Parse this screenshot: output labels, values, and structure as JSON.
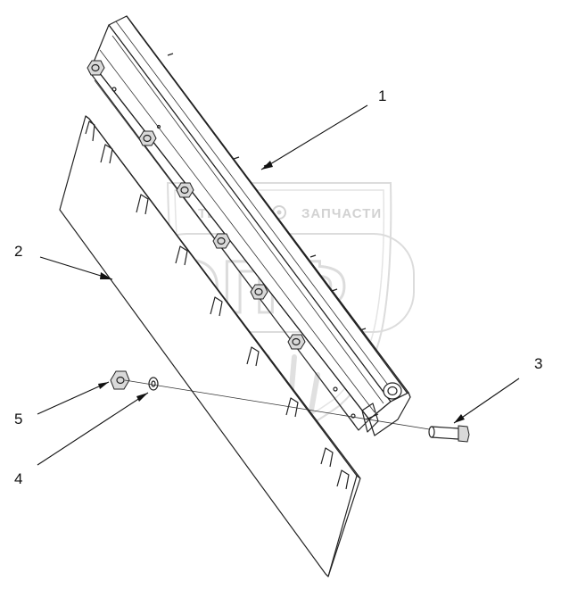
{
  "watermark": {
    "top_text": "ТЕХНИКА",
    "top_text_right": "ЗАПЧАСТИ",
    "big_letters": "ЭПФ"
  },
  "callouts": [
    {
      "id": "1",
      "label": "1"
    },
    {
      "id": "2",
      "label": "2"
    },
    {
      "id": "3",
      "label": "3"
    },
    {
      "id": "4",
      "label": "4"
    },
    {
      "id": "5",
      "label": "5"
    }
  ]
}
